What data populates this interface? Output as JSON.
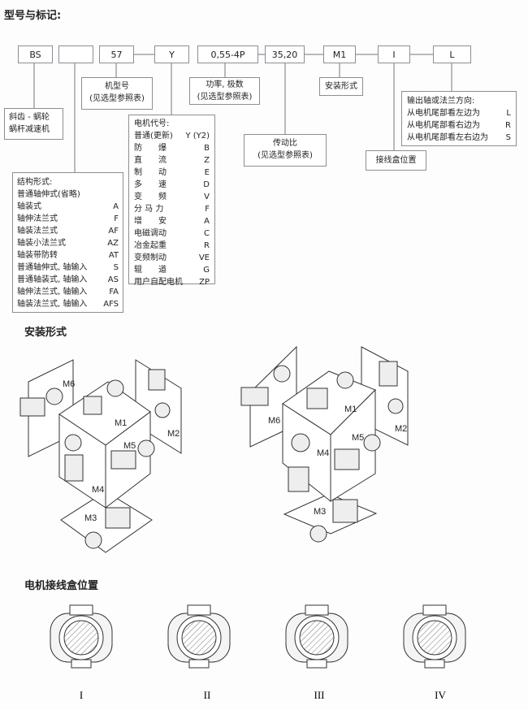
{
  "title": "型号与标记:",
  "codes": [
    "BS",
    "",
    "57",
    "Y",
    "0,55-4P",
    "35,20",
    "M1",
    "I",
    "L"
  ],
  "type_box": [
    "斜齿 - 蜗轮",
    "蜗杆减速机"
  ],
  "size_box": [
    "机型号",
    "(见选型参照表)"
  ],
  "power_box": [
    "功率, 极数",
    "(见选型参照表)"
  ],
  "ratio_box": [
    "传动比",
    "(见选型参照表)"
  ],
  "mount_box": "安装形式",
  "terminal_box": "接线盒位置",
  "output_box": {
    "title": "输出轴或法兰方向:",
    "rows": [
      [
        "从电机尾部看左边为",
        "L"
      ],
      [
        "从电机尾部看右边为",
        "R"
      ],
      [
        "从电机尾部看左右边为",
        "S"
      ]
    ]
  },
  "motor_box": {
    "title": "电机代号:",
    "rows": [
      [
        "普通(更新)",
        "Y (Y2)"
      ],
      [
        "防　　爆",
        "B"
      ],
      [
        "直　　流",
        "Z"
      ],
      [
        "制　　动",
        "E"
      ],
      [
        "多　　速",
        "D"
      ],
      [
        "变　　频",
        "V"
      ],
      [
        "分 马 力",
        "F"
      ],
      [
        "增　　安",
        "A"
      ],
      [
        "电磁调动",
        "C"
      ],
      [
        "冶金起重",
        "R"
      ],
      [
        "变频制动",
        "VE"
      ],
      [
        "辊　　道",
        "G"
      ],
      [
        "用户自配电机",
        "ZP"
      ]
    ]
  },
  "structure_box": {
    "title": "结构形式:",
    "rows": [
      [
        "普通轴伸式(省略)",
        ""
      ],
      [
        "轴装式",
        "A"
      ],
      [
        "轴伸法兰式",
        "F"
      ],
      [
        "轴装法兰式",
        "AF"
      ],
      [
        "轴装小法兰式",
        "AZ"
      ],
      [
        "轴装带防转",
        "AT"
      ],
      [
        "普通轴伸式, 轴输入",
        "S"
      ],
      [
        "普通轴装式, 轴输入",
        "AS"
      ],
      [
        "轴伸法兰式, 轴输入",
        "FA"
      ],
      [
        "轴装法兰式, 轴输入",
        "AFS"
      ]
    ]
  },
  "mount_heading": "安装形式",
  "mount_labels": [
    "M1",
    "M2",
    "M3",
    "M4",
    "M5",
    "M6"
  ],
  "terminal_heading": "电机接线盒位置",
  "terminal_positions": [
    "I",
    "II",
    "III",
    "IV"
  ]
}
